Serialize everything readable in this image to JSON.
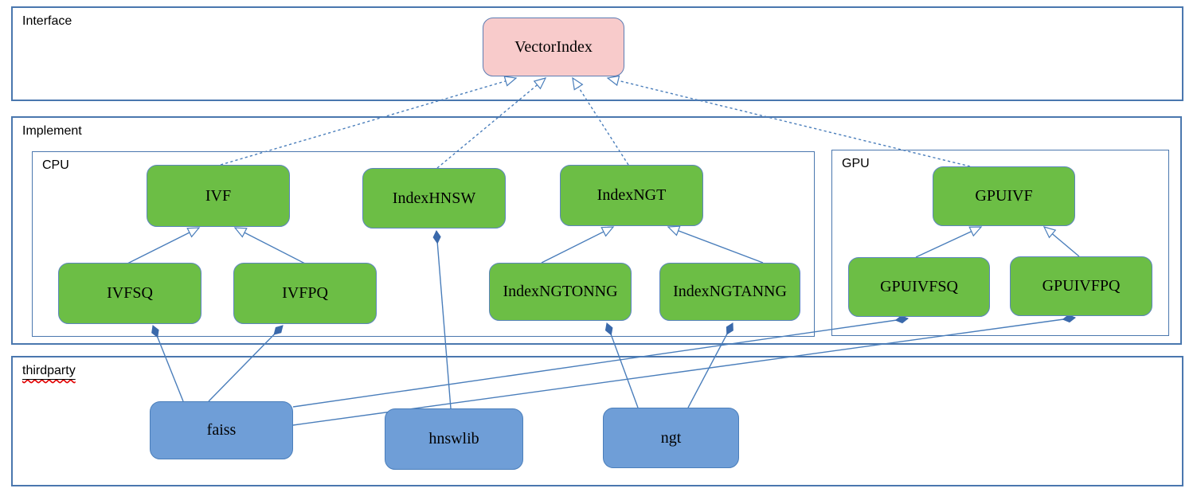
{
  "containers": {
    "interface": {
      "label": "Interface"
    },
    "implement": {
      "label": "Implement"
    },
    "cpu": {
      "label": "CPU"
    },
    "gpu": {
      "label": "GPU"
    },
    "thirdparty": {
      "label": "thirdparty"
    }
  },
  "nodes": {
    "vectorindex": {
      "label": "VectorIndex",
      "kind": "interface"
    },
    "ivf": {
      "label": "IVF",
      "kind": "cpu-class"
    },
    "indexhnsw": {
      "label": "IndexHNSW",
      "kind": "cpu-class"
    },
    "indexngt": {
      "label": "IndexNGT",
      "kind": "cpu-class"
    },
    "ivfsq": {
      "label": "IVFSQ",
      "kind": "cpu-class"
    },
    "ivfpq": {
      "label": "IVFPQ",
      "kind": "cpu-class"
    },
    "indexngtonng": {
      "label": "IndexNGTONNG",
      "kind": "cpu-class"
    },
    "indexngtanng": {
      "label": "IndexNGTANNG",
      "kind": "cpu-class"
    },
    "gpuivf": {
      "label": "GPUIVF",
      "kind": "gpu-class"
    },
    "gpuivfsq": {
      "label": "GPUIVFSQ",
      "kind": "gpu-class"
    },
    "gpuivfpq": {
      "label": "GPUIVFPQ",
      "kind": "gpu-class"
    },
    "faiss": {
      "label": "faiss",
      "kind": "thirdparty-lib"
    },
    "hnswlib": {
      "label": "hnswlib",
      "kind": "thirdparty-lib"
    },
    "ngt": {
      "label": "ngt",
      "kind": "thirdparty-lib"
    }
  },
  "edges": [
    {
      "from": "IVF",
      "to": "VectorIndex",
      "type": "realization-dashed-hollow-arrow"
    },
    {
      "from": "IndexHNSW",
      "to": "VectorIndex",
      "type": "realization-dashed-hollow-arrow"
    },
    {
      "from": "IndexNGT",
      "to": "VectorIndex",
      "type": "realization-dashed-hollow-arrow"
    },
    {
      "from": "GPUIVF",
      "to": "VectorIndex",
      "type": "realization-dashed-hollow-arrow"
    },
    {
      "from": "IVFSQ",
      "to": "IVF",
      "type": "inheritance-hollow-arrow"
    },
    {
      "from": "IVFPQ",
      "to": "IVF",
      "type": "inheritance-hollow-arrow"
    },
    {
      "from": "IndexNGTONNG",
      "to": "IndexNGT",
      "type": "inheritance-hollow-arrow"
    },
    {
      "from": "IndexNGTANNG",
      "to": "IndexNGT",
      "type": "inheritance-hollow-arrow"
    },
    {
      "from": "GPUIVFSQ",
      "to": "GPUIVF",
      "type": "inheritance-hollow-arrow"
    },
    {
      "from": "GPUIVFPQ",
      "to": "GPUIVF",
      "type": "inheritance-hollow-arrow"
    },
    {
      "from": "faiss",
      "to": "IVFSQ",
      "type": "composition-filled-diamond"
    },
    {
      "from": "faiss",
      "to": "IVFPQ",
      "type": "composition-filled-diamond"
    },
    {
      "from": "faiss",
      "to": "GPUIVFSQ",
      "type": "composition-filled-diamond"
    },
    {
      "from": "faiss",
      "to": "GPUIVFPQ",
      "type": "composition-filled-diamond"
    },
    {
      "from": "hnswlib",
      "to": "IndexHNSW",
      "type": "composition-filled-diamond"
    },
    {
      "from": "ngt",
      "to": "IndexNGTONNG",
      "type": "composition-filled-diamond"
    },
    {
      "from": "ngt",
      "to": "IndexNGTANNG",
      "type": "composition-filled-diamond"
    }
  ],
  "colors": {
    "interface_node_fill": "#f8cbcb",
    "class_node_fill": "#6cbe45",
    "thirdparty_node_fill": "#6f9ed7",
    "edge_stroke": "#4a7ebb",
    "composition_diamond": "#3a69ab",
    "container_border": "#4a77ae",
    "spellcheck_underline": "#e00000",
    "node_text": "#000000"
  }
}
